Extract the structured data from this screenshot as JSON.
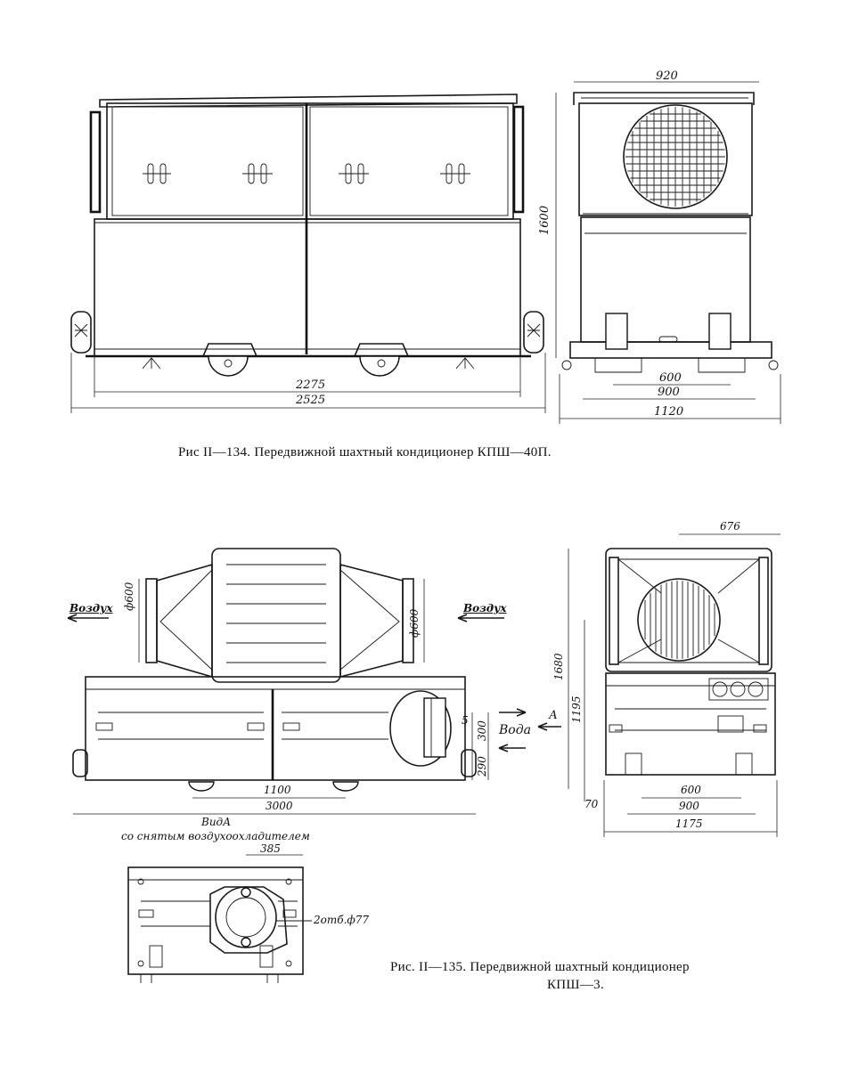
{
  "fig134": {
    "caption": "Рис II—134. Передвижной шахтный кондиционер КПШ—40П.",
    "dims": {
      "d2275": "2275",
      "d2525": "2525",
      "d920": "920",
      "d1600": "1600",
      "d600": "600",
      "d900": "900",
      "d1120": "1120"
    }
  },
  "fig135": {
    "caption_line1": "Рис. II—135. Передвижной шахтный кондиционер",
    "caption_line2": "КПШ—3.",
    "labels": {
      "air_left": "Воздух",
      "air_right": "Воздух",
      "water": "Вода",
      "arrow_a": "А",
      "view_a": "ВидА",
      "view_a_note": "со снятым воздухоохладителем",
      "holes": "2отб.ф77"
    },
    "dims": {
      "phi600_left": "ф600",
      "phi600_right": "ф600",
      "d5": "5",
      "d300": "300",
      "d290": "290",
      "d1100": "1100",
      "d3000": "3000",
      "d676": "676",
      "d1680": "1680",
      "d1195": "1195",
      "d70": "70",
      "d600": "600",
      "d900": "900",
      "d1175": "1175",
      "d385": "385"
    }
  }
}
